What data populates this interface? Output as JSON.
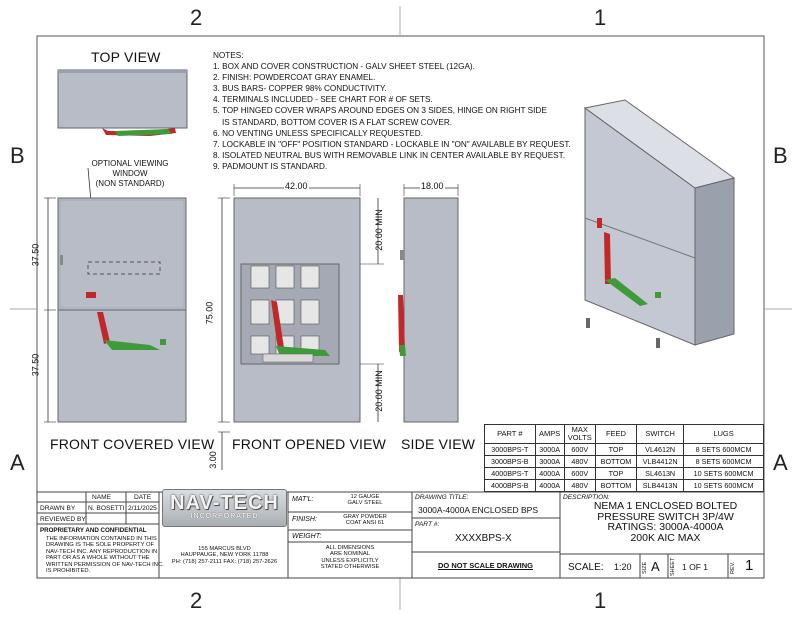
{
  "zones": {
    "top_left": "2",
    "top_right": "1",
    "bottom_left": "2",
    "bottom_right": "1",
    "left_upper": "B",
    "left_lower": "A",
    "right_upper": "B",
    "right_lower": "A"
  },
  "notes": {
    "heading": "NOTES:",
    "lines": [
      "1. BOX AND COVER CONSTRUCTION - GALV SHEET STEEL (12GA).",
      "2. FINISH: POWDERCOAT GRAY ENAMEL.",
      "3. BUS BARS- COPPER 98% CONDUCTIVITY.",
      "4. TERMINALS INCLUDED - SEE CHART FOR # OF SETS.",
      "5. TOP HINGED COVER WRAPS AROUND EDGES ON 3 SIDES, HINGE ON RIGHT SIDE",
      "    IS STANDARD, BOTTOM COVER IS A FLAT SCREW COVER.",
      "6. NO VENTING UNLESS SPECIFICALLY REQUESTED.",
      "7. LOCKABLE IN \"OFF\" POSITION STANDARD - LOCKABLE IN \"ON\" AVAILABLE BY REQUEST.",
      "8. ISOLATED NEUTRAL BUS WITH REMOVABLE LINK IN CENTER AVAILABLE BY REQUEST.",
      "9. PADMOUNT IS STANDARD."
    ]
  },
  "views": {
    "top": "TOP VIEW",
    "front_covered": "FRONT COVERED VIEW",
    "front_opened": "FRONT OPENED VIEW",
    "side": "SIDE VIEW",
    "window_note_1": "OPTIONAL VIEWING",
    "window_note_2": "WINDOW",
    "window_note_3": "(NON STANDARD)"
  },
  "dims": {
    "width": "42.00",
    "depth": "18.00",
    "half_upper": "37.50",
    "half_lower": "37.50",
    "height": "75.00",
    "min_top": "20.00 MIN",
    "min_bottom": "20.00 MIN",
    "pad": "3.00"
  },
  "parts_table": {
    "headers": [
      "PART #",
      "AMPS",
      "MAX VOLTS",
      "FEED",
      "SWITCH",
      "LUGS"
    ],
    "rows": [
      [
        "3000BPS-T",
        "3000A",
        "600V",
        "TOP",
        "VL4612N",
        "8 SETS 600MCM"
      ],
      [
        "3000BPS-B",
        "3000A",
        "480V",
        "BOTTOM",
        "VLB4412N",
        "8 SETS 600MCM"
      ],
      [
        "4000BPS-T",
        "4000A",
        "600V",
        "TOP",
        "SL4613N",
        "10 SETS 600MCM"
      ],
      [
        "4000BPS-B",
        "4000A",
        "480V",
        "BOTTOM",
        "SLB4413N",
        "10 SETS 600MCM"
      ]
    ]
  },
  "title_block": {
    "name_hdr": "NAME",
    "date_hdr": "DATE",
    "drawn_by": "DRAWN BY",
    "drawn_name": "N. BOSETTI",
    "drawn_date": "2/11/2025",
    "reviewed_by": "REVIEWED BY",
    "prop_title": "PROPRIETARY AND CONFIDENTIAL",
    "prop_lines": [
      "THE INFORMATION CONTAINED IN THIS",
      "DRAWING IS THE SOLE PROPERTY OF",
      "NAV-TECH INC. ANY REPRODUCTION IN",
      "PART OR AS A WHOLE WITHOUT THE",
      "WRITTEN PERMISSION OF NAV-TECH INC.",
      "IS PROHIBITED."
    ],
    "logo_main": "NAV-TECH",
    "logo_sub": "INCORPORATED",
    "address_1": "155 MARCUS BLVD",
    "address_2": "HAUPPAUGE, NEW YORK 11788",
    "address_3": "PH: (718) 257-2111   FAX: (718) 257-2626",
    "matl_lbl": "MAT'L:",
    "matl_1": "12 GAUGE",
    "matl_2": "GALV STEEL",
    "finish_lbl": "FINISH:",
    "finish_1": "GRAY POWDER",
    "finish_2": "COAT ANSI 61",
    "weight_lbl": "WEIGHT:",
    "dims_note_1": "ALL DIMENSIONS",
    "dims_note_2": "ARE NOMINAL",
    "dims_note_3": "UNLESS EXPLICITLY",
    "dims_note_4": "STATED OTHERWISE",
    "dwg_title_lbl": "DRAWING TITLE:",
    "dwg_title": "3000A-4000A ENCLOSED BPS",
    "part_lbl": "PART #:",
    "part": "XXXXBPS-X",
    "no_scale": "DO NOT SCALE DRAWING",
    "desc_lbl": "DESCRIPTION:",
    "desc_lines": [
      "NEMA 1 ENCLOSED BOLTED",
      "PRESSURE SWITCH 3P/4W",
      "RATINGS: 3000A-4000A",
      "200K AIC MAX"
    ],
    "scale_lbl": "SCALE:",
    "scale": "1:20",
    "size_lbl": "SIZE",
    "size": "A",
    "sheet_lbl": "SHEET",
    "sheet": "1 OF 1",
    "rev_lbl": "REV.",
    "rev": "1"
  },
  "colors": {
    "enclosure": "#b7bcc7",
    "enclosure_dark": "#8f95a2",
    "handle_red": "#c0282a",
    "handle_green": "#3f9a3a"
  }
}
